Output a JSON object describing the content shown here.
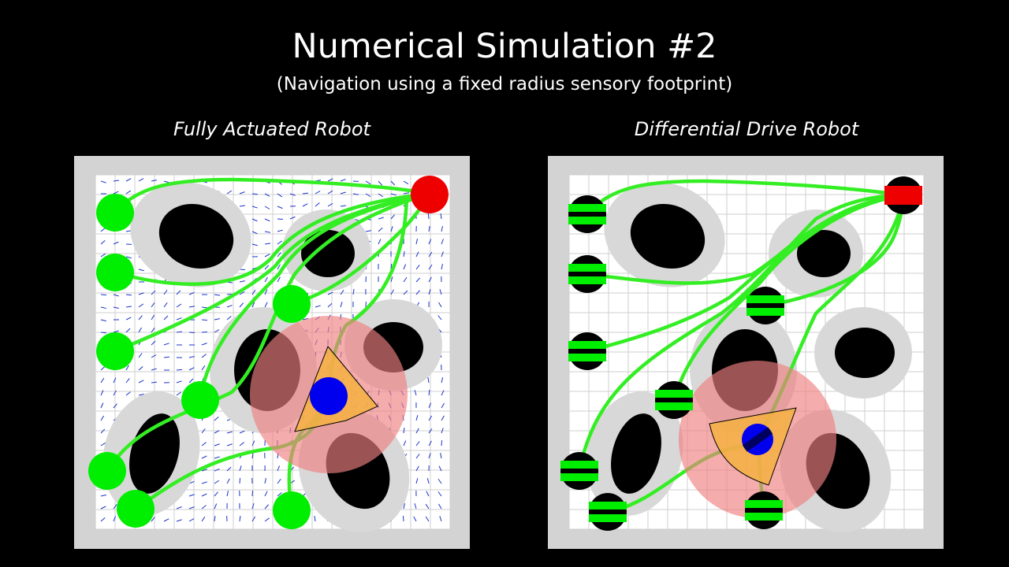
{
  "header": {
    "title": "Numerical Simulation #2",
    "subtitle": "(Navigation using a fixed radius sensory footprint)"
  },
  "panels": {
    "left": {
      "label": "Fully Actuated Robot"
    },
    "right": {
      "label": "Differential Drive Robot"
    }
  },
  "colors": {
    "background": "#000000",
    "frame": "#d3d3d3",
    "field": "#ffffff",
    "grid": "#cfcfcf",
    "obstacle": "#000000",
    "obstacle_margin": "#d8d8d8",
    "path": "#33ee22",
    "start": "#00ee00",
    "goal": "#ee0000",
    "robot": "#0000ee",
    "sensor_footprint": "#f08080",
    "visible_region": "#f5b041",
    "vector_field": "#1a33cc"
  }
}
